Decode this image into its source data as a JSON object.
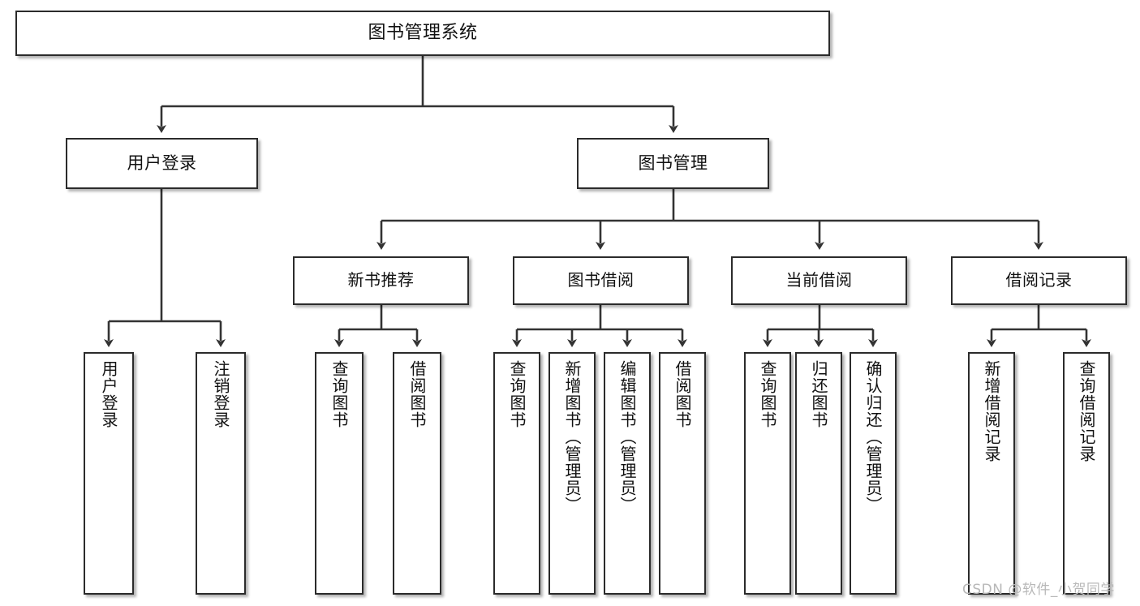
{
  "diagram": {
    "title": "图书管理系统",
    "type": "hierarchy-tree",
    "watermark": "CSDN @软件_小贺同学",
    "colors": {
      "box_border": "#2b2b2b",
      "box_fill": "#ffffff",
      "connector": "#333333",
      "text": "#111111",
      "watermark": "#b8b8b8"
    },
    "nodes": {
      "root": {
        "label": "图书管理系统"
      },
      "level1": [
        {
          "label": "用户登录"
        },
        {
          "label": "图书管理"
        }
      ],
      "level2": [
        {
          "label": "新书推荐"
        },
        {
          "label": "图书借阅"
        },
        {
          "label": "当前借阅"
        },
        {
          "label": "借阅记录"
        }
      ],
      "leaves": {
        "user_login": [
          {
            "label": "用户登录"
          },
          {
            "label": "注销登录"
          }
        ],
        "new_book_recommend": [
          {
            "label": "查询图书"
          },
          {
            "label": "借阅图书"
          }
        ],
        "book_borrow": [
          {
            "label": "查询图书"
          },
          {
            "label": "新增图书（管理员）"
          },
          {
            "label": "编辑图书（管理员）"
          },
          {
            "label": "借阅图书"
          }
        ],
        "current_borrow": [
          {
            "label": "查询图书"
          },
          {
            "label": "归还图书"
          },
          {
            "label": "确认归还（管理员）"
          }
        ],
        "borrow_record": [
          {
            "label": "新增借阅记录"
          },
          {
            "label": "查询借阅记录"
          }
        ]
      }
    }
  }
}
